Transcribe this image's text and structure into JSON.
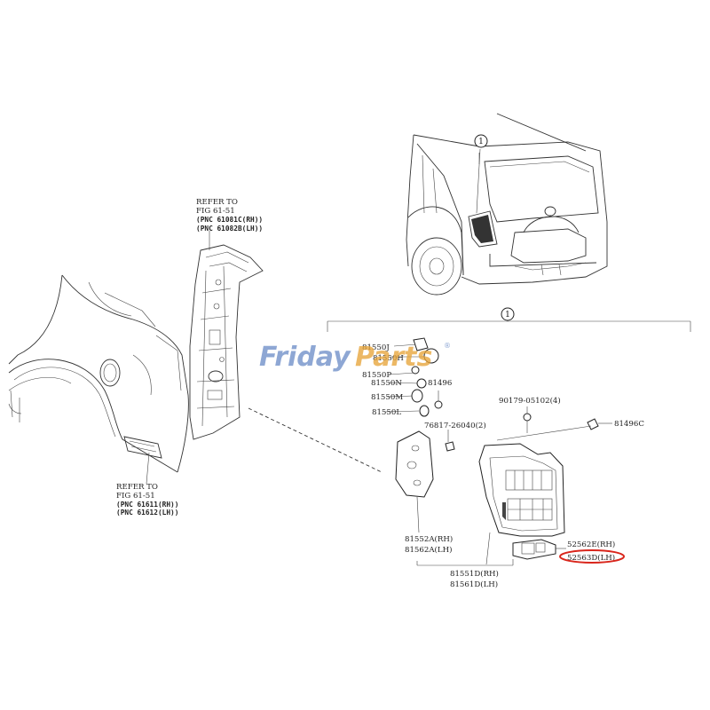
{
  "callout": "1",
  "refer_top": {
    "line1": "REFER TO",
    "line2": "FIG 61-51",
    "line3": "(PNC 61081C(RH))",
    "line4": "(PNC 61082B(LH))"
  },
  "refer_bottom": {
    "line1": "REFER TO",
    "line2": "FIG 61-51",
    "line3": "(PNC 61611(RH))",
    "line4": "(PNC 61612(LH))"
  },
  "watermark": {
    "part1": "Friday",
    "part2": "Parts",
    "reg": "®",
    "color1": "#6f8fc8",
    "color2": "#e7a53a"
  },
  "labels": {
    "p81550j": "81550J",
    "p81550h": "81550H",
    "p81550p": "81550P",
    "p81550n": "81550N",
    "p81496": "81496",
    "p81550m": "81550M",
    "p81550l": "81550L",
    "p90179": "90179-05102(4)",
    "p81496c": "81496C",
    "p76817": "76817-26040(2)",
    "p52562e": "52562E(RH)",
    "p52563": "52563D(LH)",
    "p81552a": "81552A(RH)",
    "p81562a": "81562A(LH)",
    "p81551d": "81551D(RH)",
    "p81561d": "81561D(LH)"
  },
  "highlight_color": "#d9261c"
}
